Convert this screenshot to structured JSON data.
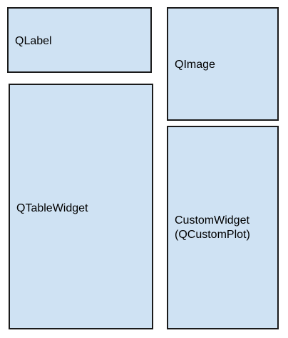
{
  "diagram": {
    "background_color": "#ffffff",
    "box_fill_color": "#cfe2f3",
    "box_border_color": "#1a1a1a",
    "boxes": {
      "qlabel": {
        "label": "QLabel"
      },
      "qtable": {
        "label": "QTableWidget"
      },
      "qimage": {
        "label": "QImage"
      },
      "custom": {
        "label": "CustomWidget\n(QCustomPlot)"
      }
    }
  }
}
